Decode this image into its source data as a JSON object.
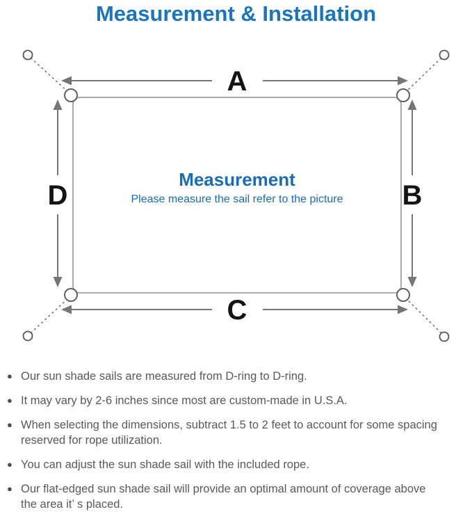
{
  "title": "Measurement & Installation",
  "diagram": {
    "edge_labels": {
      "top": "A",
      "right": "B",
      "bottom": "C",
      "left": "D"
    },
    "center_title": "Measurement",
    "center_subtitle": "Please measure the sail refer to the picture"
  },
  "notes": {
    "bullet": "●",
    "items": [
      "Our sun shade sails are measured from D-ring to D-ring.",
      "It may vary by 2-6 inches since most are custom-made in U.S.A.",
      "When selecting the dimensions, subtract 1.5 to 2 feet to account for some spacing\nreserved for rope utilization.",
      "You can adjust the sun shade sail with the included rope.",
      "Our flat-edged sun shade sail will provide an optimal amount of coverage above\nthe area it’ s placed."
    ]
  },
  "colors": {
    "title_blue": "#1a75bc",
    "center_blue": "#1a6cb4",
    "note_text": "#595959",
    "bullet_gray": "#4d4d4d",
    "line_gray": "#757575",
    "outline_gray": "#a9a9a9",
    "ring_gray": "#606060",
    "label_black": "#141414",
    "background": "#ffffff"
  }
}
